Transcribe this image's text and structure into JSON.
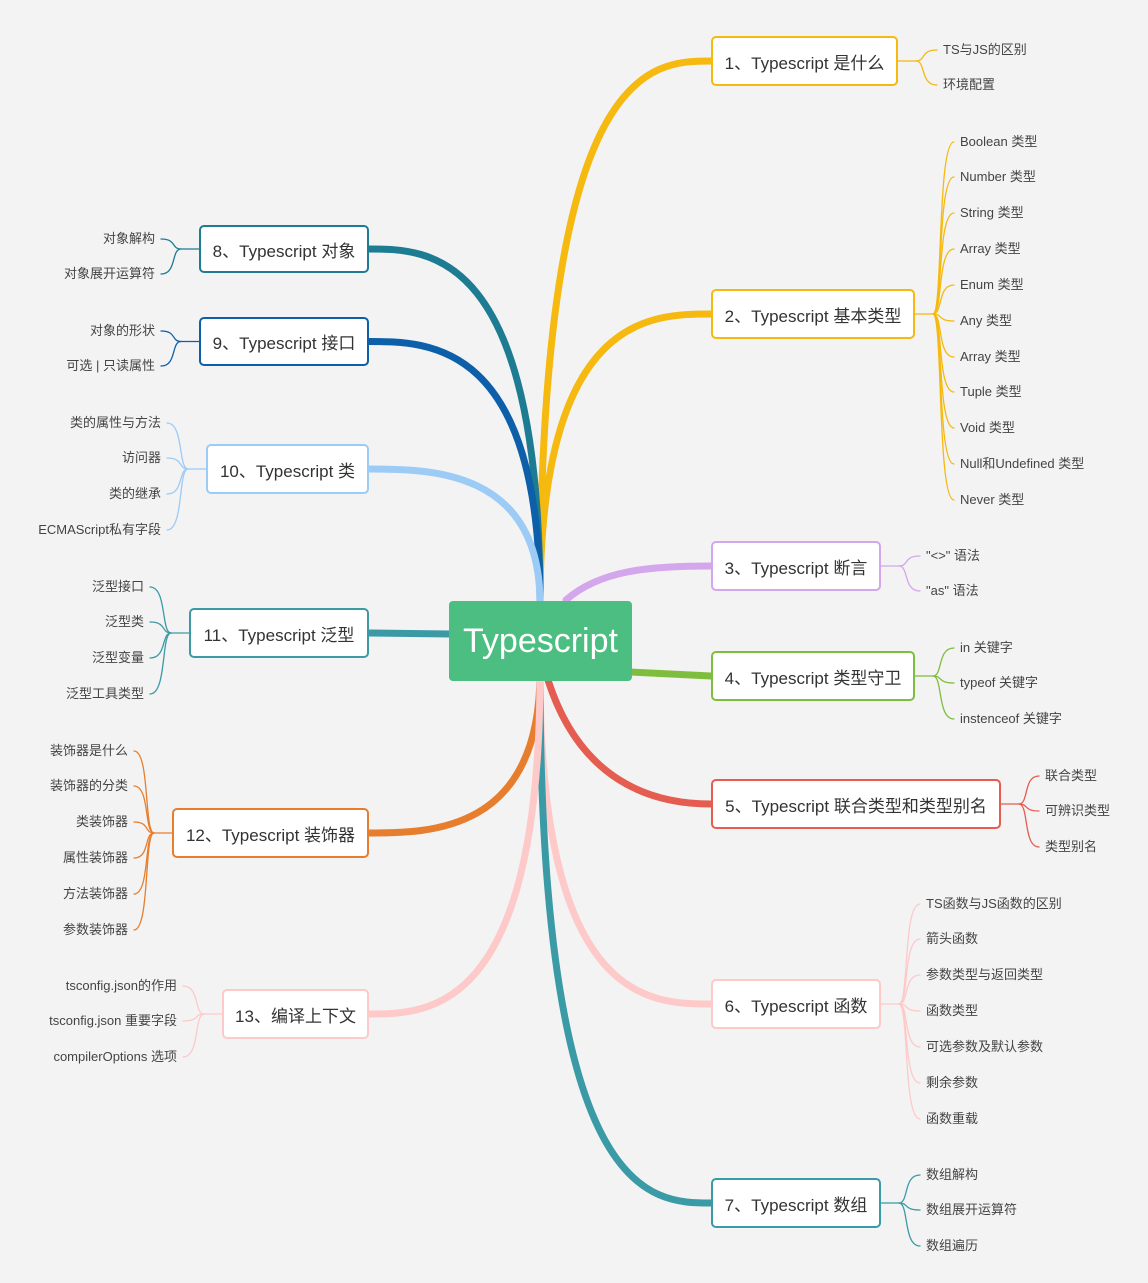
{
  "root": {
    "label": "Typescript",
    "color": "#4cbe82"
  },
  "branches": [
    {
      "id": "b1",
      "label": "1、Typescript 是什么",
      "color": "#f5b90f",
      "children": [
        "TS与JS的区别",
        "环境配置"
      ]
    },
    {
      "id": "b2",
      "label": "2、Typescript 基本类型",
      "color": "#f5b90f",
      "children": [
        "Boolean 类型",
        "Number 类型",
        "String 类型",
        "Array 类型",
        "Enum  类型",
        "Any 类型",
        "Array 类型",
        "Tuple 类型",
        "Void 类型",
        "Null和Undefined 类型",
        "Never 类型"
      ]
    },
    {
      "id": "b3",
      "label": "3、Typescript 断言",
      "color": "#d4a6eb",
      "children": [
        "\"<>\" 语法",
        "\"as\" 语法"
      ]
    },
    {
      "id": "b4",
      "label": "4、Typescript 类型守卫",
      "color": "#7fbd3f",
      "children": [
        "in 关键字",
        "typeof 关键字",
        "instenceof 关键字"
      ]
    },
    {
      "id": "b5",
      "label": "5、Typescript 联合类型和类型别名",
      "color": "#e45d50",
      "children": [
        "联合类型",
        "可辨识类型",
        "类型别名"
      ]
    },
    {
      "id": "b6",
      "label": "6、Typescript 函数",
      "color": "#fdc9c9",
      "children": [
        "TS函数与JS函数的区别",
        "箭头函数",
        "参数类型与返回类型",
        "函数类型",
        "可选参数及默认参数",
        "剩余参数",
        "函数重载"
      ]
    },
    {
      "id": "b7",
      "label": "7、Typescript 数组",
      "color": "#3a9aa5",
      "children": [
        "数组解构",
        "数组展开运算符",
        "数组遍历"
      ]
    },
    {
      "id": "b8",
      "label": "8、Typescript 对象",
      "color": "#1d7b92",
      "children": [
        "对象解构",
        "对象展开运算符"
      ]
    },
    {
      "id": "b9",
      "label": "9、Typescript 接口",
      "color": "#0c5fa8",
      "children": [
        "对象的形状",
        "可选 | 只读属性"
      ]
    },
    {
      "id": "b10",
      "label": "10、Typescript 类",
      "color": "#9ccbf6",
      "children": [
        "类的属性与方法",
        "访问器",
        "类的继承",
        "ECMAScript私有字段"
      ]
    },
    {
      "id": "b11",
      "label": "11、Typescript 泛型",
      "color": "#3c9aa5",
      "children": [
        "泛型接口",
        "泛型类",
        "泛型变量",
        "泛型工具类型"
      ]
    },
    {
      "id": "b12",
      "label": "12、Typescript 装饰器",
      "color": "#e67e2e",
      "children": [
        "装饰器是什么",
        "装饰器的分类",
        "类装饰器",
        "属性装饰器",
        "方法装饰器",
        "参数装饰器"
      ]
    },
    {
      "id": "b13",
      "label": "13、编译上下文",
      "color": "#fdc9c9",
      "children": [
        "tsconfig.json的作用",
        "tsconfig.json 重要字段",
        "compilerOptions 选项"
      ]
    }
  ]
}
